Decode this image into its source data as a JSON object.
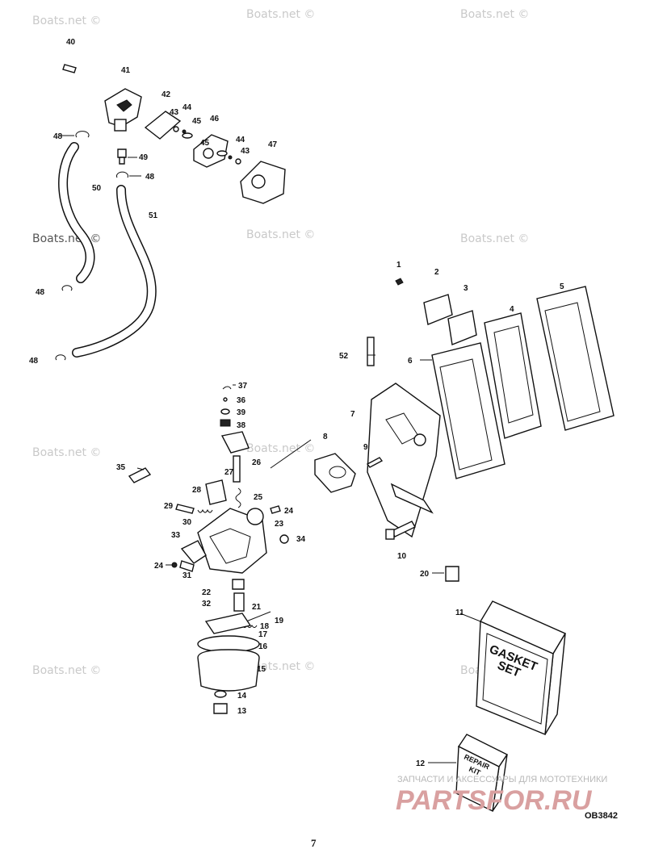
{
  "watermarks": [
    "Boats.net ©",
    "Boats.net ©",
    "Boats.net ©",
    "Boats.net ©",
    "Boats.net ©",
    "Boats.net ©",
    "Boats.net ©",
    "Boats.net ©",
    "Boats.net ©",
    "Boats.net ©",
    "Boats.net ©"
  ],
  "callouts": [
    "40",
    "41",
    "42",
    "43",
    "44",
    "45",
    "46",
    "45",
    "44",
    "43",
    "47",
    "48",
    "49",
    "48",
    "50",
    "51",
    "48",
    "48",
    "1",
    "2",
    "3",
    "4",
    "5",
    "6",
    "52",
    "7",
    "8",
    "9",
    "10",
    "20",
    "37",
    "36",
    "39",
    "38",
    "26",
    "27",
    "28",
    "25",
    "35",
    "29",
    "30",
    "24",
    "23",
    "33",
    "34",
    "24",
    "31",
    "22",
    "32",
    "21",
    "19",
    "18",
    "17",
    "16",
    "15",
    "14",
    "13",
    "11",
    "12"
  ],
  "gasket_box": {
    "line1": "GASKET",
    "line2": "SET"
  },
  "repair_box": {
    "line1": "REPAIR",
    "line2": "KIT"
  },
  "footer": {
    "ru_text": "ЗАПЧАСТИ И АКСЕССУАРЫ ДЛЯ МОТОТЕХНИКИ",
    "brand": "PARTSFOR.RU",
    "diagram_code": "OB3842",
    "page_number": "7"
  }
}
